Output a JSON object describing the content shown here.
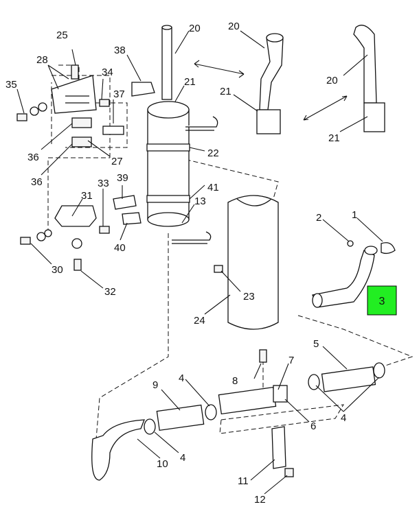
{
  "diagram": {
    "highlighted_part": "3",
    "callouts": {
      "c1": "1",
      "c2": "2",
      "c3": "3",
      "c4a": "4",
      "c4b": "4",
      "c4c": "4",
      "c5": "5",
      "c6": "6",
      "c7": "7",
      "c8": "8",
      "c9": "9",
      "c10": "10",
      "c11": "11",
      "c12": "12",
      "c13": "13",
      "c20a": "20",
      "c20b": "20",
      "c20c": "20",
      "c21a": "21",
      "c21b": "21",
      "c21c": "21",
      "c22": "22",
      "c23": "23",
      "c24": "24",
      "c25": "25",
      "c27": "27",
      "c28": "28",
      "c30": "30",
      "c31": "31",
      "c32": "32",
      "c33": "33",
      "c34": "34",
      "c35": "35",
      "c36a": "36",
      "c36b": "36",
      "c37": "37",
      "c38": "38",
      "c39": "39",
      "c40": "40",
      "c41": "41"
    }
  }
}
